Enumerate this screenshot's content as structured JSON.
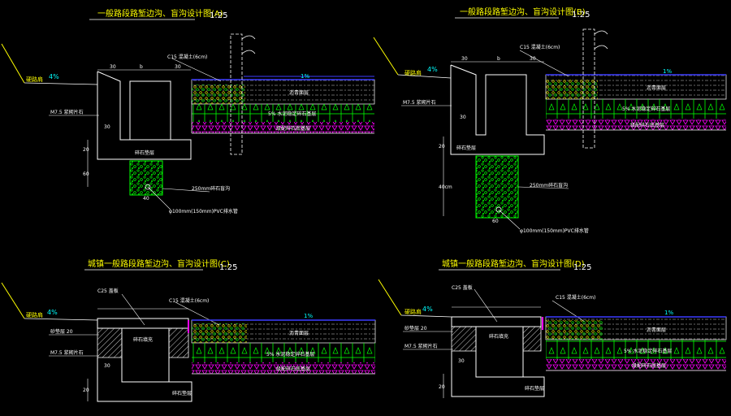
{
  "title_bar": {
    "a": "一般路段路堑边沟、盲沟设计图(A)",
    "b": "一般路段路堑边沟、盲沟设计图(B)",
    "c": "城镇一般路段路堑边沟、盲沟设计图(C)",
    "d": "城镇一般路段路堑边沟、盲沟设计图(D)",
    "scale": "1:25"
  },
  "labels": {
    "shoulder_slope": "4%",
    "road_slope": "1%",
    "shoulder": "硬路肩",
    "c15_curb": "C15 混凝土(6cm)",
    "c25_cover": "C25 盖板",
    "m75_masonry": "M7.5 浆砌片石",
    "gravel_bed": "碎石垫层",
    "gravel_fill": "碎石填充",
    "pipe": "φ100mm(150mm)PVC排水管",
    "blind_ditch": "250mm碎石盲沟",
    "surface": "沥青面层",
    "base": "5% 水泥稳定碎石基层",
    "subbase": "级配碎石底基层",
    "sand": "砂垫层 20",
    "dim_30": "30",
    "dim_20": "20",
    "dim_60": "60",
    "dim_40": "40",
    "dim_b": "b",
    "dim_40cm": "40cm"
  },
  "colors": {
    "background": "#000000",
    "line": "#ffffff",
    "green": "#00ff00",
    "magenta": "#ff00ff",
    "cyan": "#00ffff",
    "blue": "#3c3cff",
    "yellow": "#ffff00",
    "red": "#ff3030"
  }
}
